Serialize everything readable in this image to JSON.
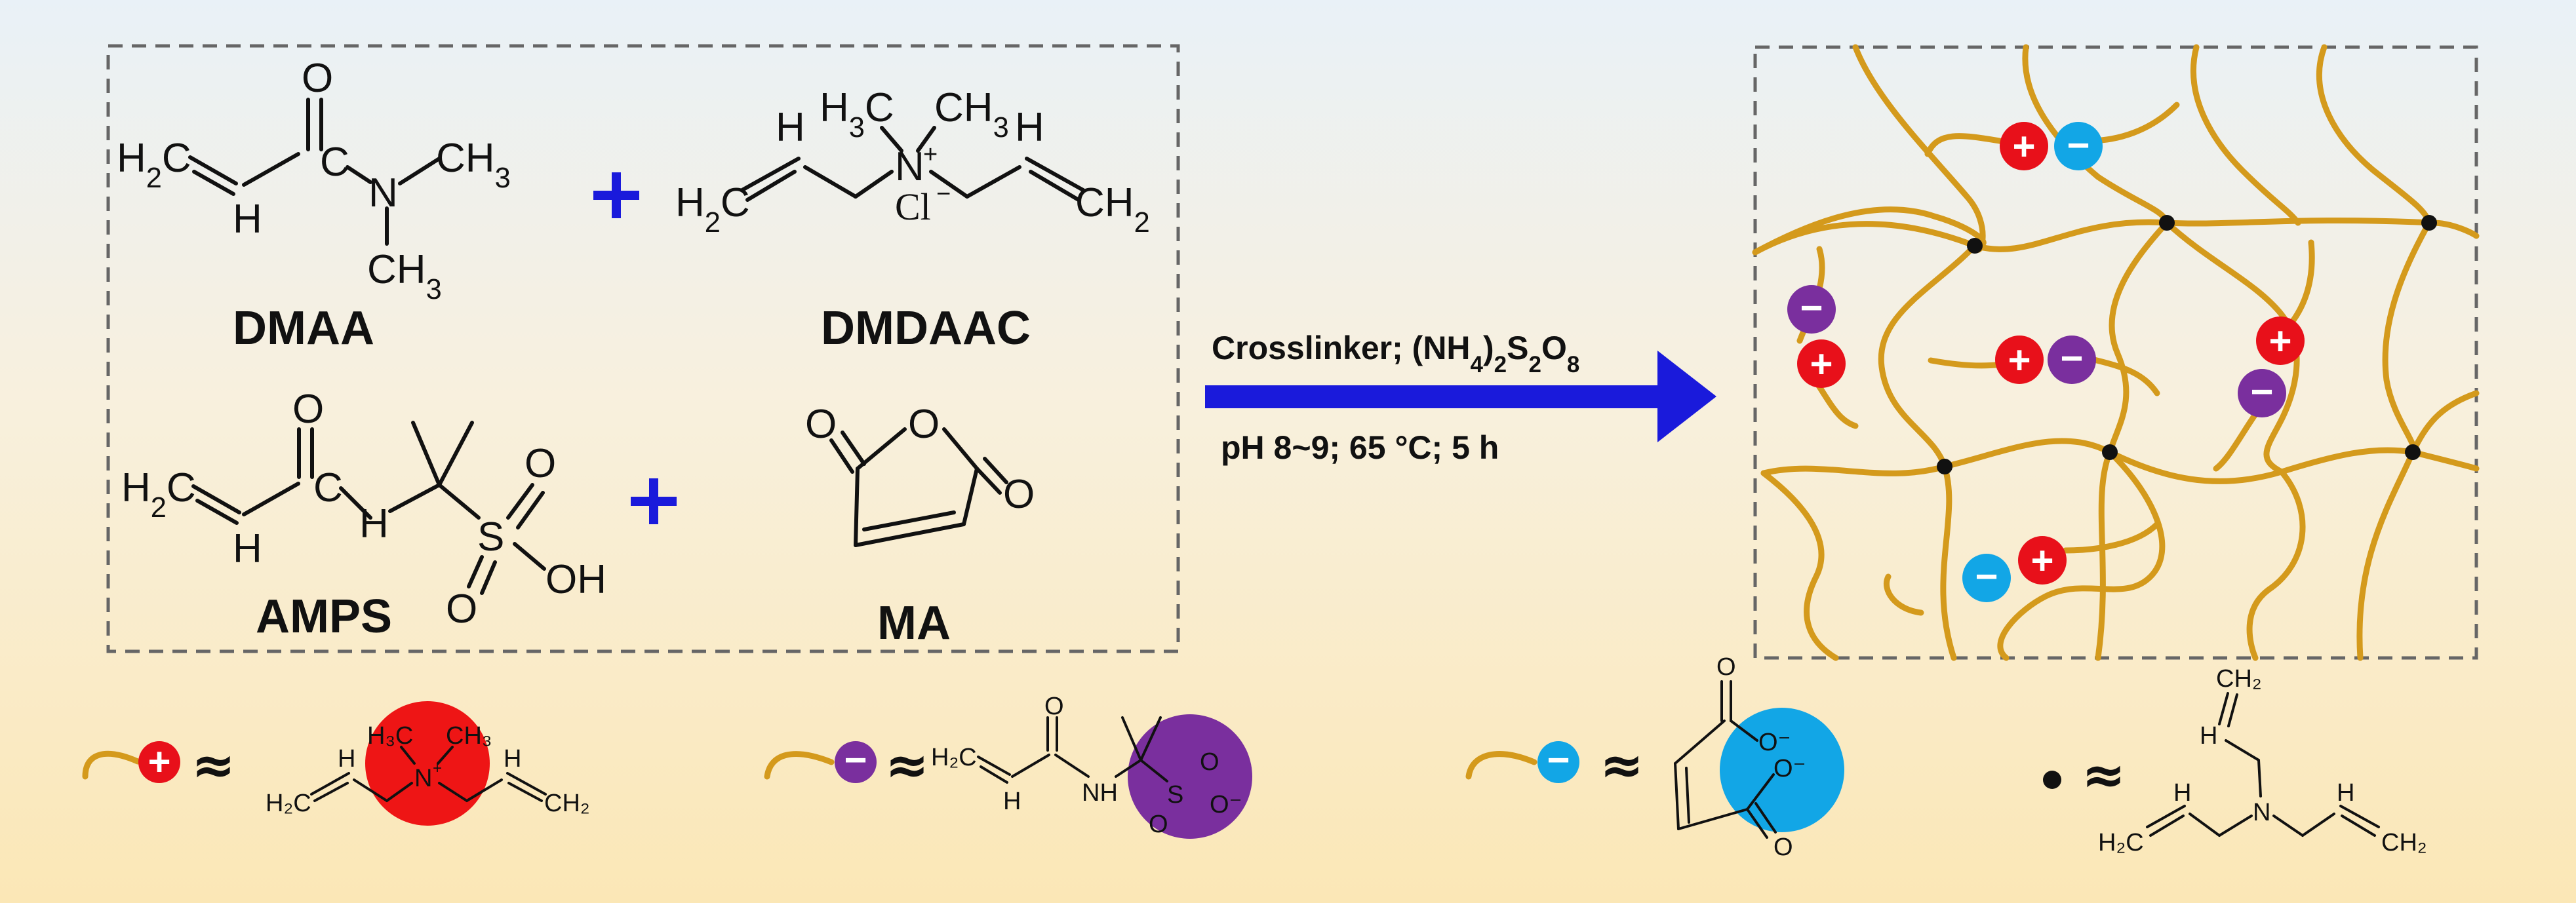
{
  "monomers": {
    "dmaa": {
      "name": "DMAA",
      "atoms": {
        "h2c": "H2C",
        "ch": "H",
        "o": "O",
        "n": "N",
        "ch3_a": "CH3",
        "ch3_b": "CH3"
      }
    },
    "dmdaac": {
      "name": "DMDAAC",
      "atoms": {
        "h3c": "H3C",
        "ch3": "CH3",
        "n": "N",
        "charge": "+",
        "cl": "Cl",
        "cl_charge": "−",
        "h_left": "H",
        "h_right": "H",
        "h2c": "H2C",
        "ch2": "CH2"
      }
    },
    "amps": {
      "name": "AMPS",
      "atoms": {
        "h2c": "H2C",
        "ch": "H",
        "o_top": "O",
        "nh": "H",
        "s": "S",
        "o1": "O",
        "o2": "O",
        "oh": "OH"
      }
    },
    "ma": {
      "name": "MA",
      "atoms": {
        "o_left": "O",
        "o_ring": "O",
        "o_right": "O"
      }
    }
  },
  "reaction": {
    "condition_line1": "Crosslinker;   (NH4)2S2O8",
    "condition_line2": "pH 8~9;   65 °C;   5 h"
  },
  "legend": {
    "approx": "≈",
    "cation_plus": "+",
    "anion_minus": "−"
  },
  "colors": {
    "chain": "#d49a1c",
    "cation": "#e8101a",
    "anion_sulfonate": "#7a2f9e",
    "anion_carboxylate": "#12a6e6",
    "arrow": "#1a1adb",
    "plus_sign": "#1a1adb"
  }
}
